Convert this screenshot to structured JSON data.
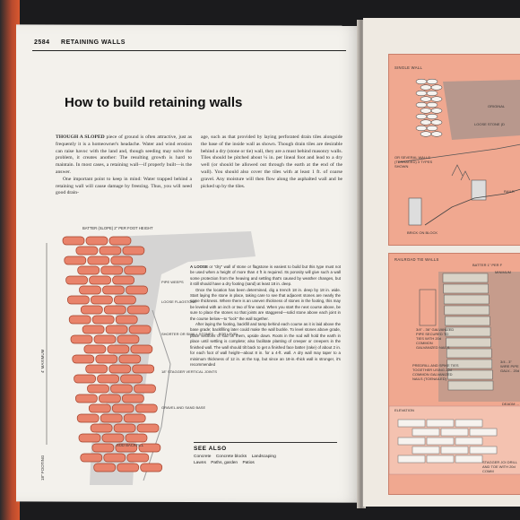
{
  "running_head": {
    "page_number": "2584",
    "section": "RETAINING WALLS"
  },
  "article": {
    "title": "How to build retaining walls",
    "col1_lead": "THOUGH A SLOPED",
    "col1_text": " piece of ground is often attractive, just as frequently it is a homeowner's headache. Water and wind erosion can raise havoc with the land and, though seeding may solve the problem, it creates another: The resulting growth is hard to maintain. In most cases, a retaining wall—if properly built—is the answer.",
    "col1_text2": "One important point to keep in mind: Water trapped behind a retaining wall will cause damage by freezing. Thus, you will need good drain-",
    "col2_text": "age, such as that provided by laying perforated drain tiles alongside the base of the inside wall as shown. Though drain tiles are desirable behind a dry (stone or tie) wall, they are a must behind masonry walls. Tiles should be pitched about ¼ in. per lineal foot and lead to a dry well (or should be allowed out through the earth at the end of the wall). You should also cover the tiles with at least 1 ft. of coarse gravel. Any moisture will then flow along the asphalted wall and be picked up by the tiles.",
    "col3_lead": "A LOOSE",
    "col3_text": " or \"dry\" wall of stone or flagstone is easiest to build but this type must not be used when a height of more than 4 ft is required. Its porosity will give such a wall some protection from the heaving and settling that's caused by weather changes, but it still should have a dry footing (sand) at least 18 in. deep.",
    "col3_text2": "Once the location has been determined, dig a trench 18 in. deep by 18 in. wide. Start laying the stone in place, taking care to see that adjacent stones are nearly the same thickness. Where there is an uneven thickness of stones in the footing, this may be leveled with an inch or two of fine sand. When you start the next course above, be sure to place the stones so that joints are staggered—solid stone above each joint in the course below—to \"lock\" the wall together.",
    "col3_text3": "After laying the footing, backfill and tamp behind each course as it is laid above the base grade; backfilling later could make the wall buckle. To level stones above grade, place sections of sod on them, upside down. Roots in the sod will hold the earth in place until settling is complete; also facilitate planting of creeper or creepers in the finished wall. The wall should tilt back to get a finished face batter (rake) of about 2 in. for each foot of wall height—about 8 in. for a 4-ft. wall. A dry wall may taper to a minimum thickness of 12 in. at the top, but since an 18-in.-thick wall is stronger, it's recommended"
  },
  "figure": {
    "label_top": "BATTER (SLOPE) 2\" PER FOOT HEIGHT",
    "label_side": "4' MAXIMUM",
    "label_footing": "18\" FOOTING",
    "label_sod": "SOD BACKFILL",
    "labels": [
      "PIPE WEEPS",
      "LOOSE FLAGSTONE",
      "SHORTER OR SMALL STONES ... FOR LEVEL",
      "18\" STAGGER VERTICAL JOINTS",
      "GRAVEL AND SAND BASE"
    ],
    "colors": {
      "stone": "#e9836b",
      "stone_outline": "#a3412b",
      "earth": "#cfcfcf"
    }
  },
  "see_also": {
    "heading": "SEE ALSO",
    "links": [
      "Concrete",
      "Concrete blocks",
      "Landscaping",
      "Lawns",
      "Paths, garden",
      "Patios"
    ]
  },
  "right_page": {
    "panel1": {
      "title": "SINGLE WALL",
      "labels": [
        "ORIGINAL",
        "LOOSE STONE (D",
        "OR SEVERAL WALLS (TERRACED) 3 TYPES SHOWN",
        "RAILR",
        "BRICK ON BLOCK"
      ]
    },
    "panel2": {
      "title": "RAILROAD TIE WALLS",
      "labels": [
        "BATTER 1\" PER F",
        "MINIMUM",
        "3/4\" - 36\" GALVANIZED PIPE SECURED TO TIES WITH 20d COMMON GALVANIZED NAILS",
        "PREDRILL AND SPIKE TIES TOGETHER USING 20d COMMON GALVANIZED NAILS (TOENAILED)",
        "3/4 - 3\" WIRE PIPE GALV... 20d",
        "DEADM ...",
        "ELEVATION",
        "STAGGER JOI DRILL AND TOE WITH 20d COMM"
      ],
      "colors": {
        "panel": "#f0a890",
        "wood": "#d9d3c7"
      }
    }
  }
}
